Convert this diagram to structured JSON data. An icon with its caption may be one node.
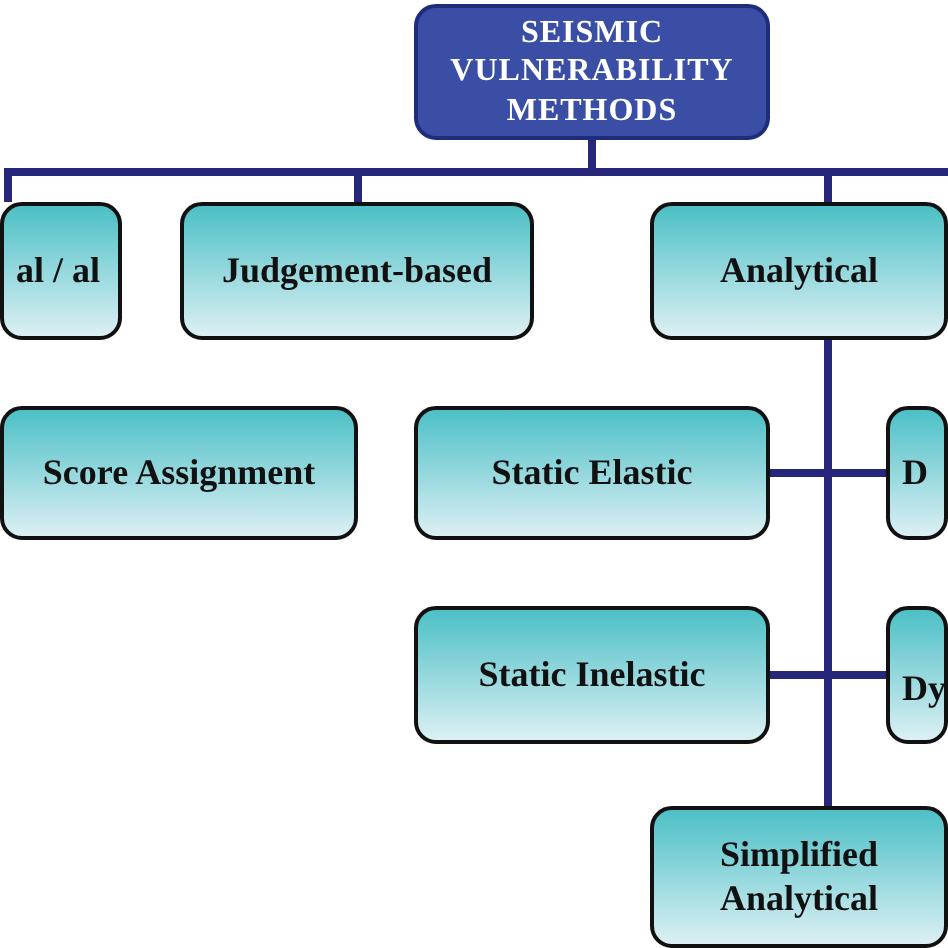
{
  "diagram": {
    "nodes": [
      {
        "text": [
          "SEISMIC VULNERABILITY METHODS"
        ]
      },
      {
        "text": [
          "al / al"
        ]
      },
      {
        "text": [
          "Judgement-based"
        ]
      },
      {
        "text": [
          "Analytical"
        ]
      },
      {
        "text": [
          "Score Assignment"
        ]
      },
      {
        "text": [
          "Static Elastic"
        ]
      },
      {
        "text": [
          "D"
        ]
      },
      {
        "text": [
          "Static Inelastic"
        ]
      },
      {
        "text": [
          "Dy"
        ]
      },
      {
        "text": [
          "Simplified Analytical"
        ]
      }
    ],
    "edges": [
      {
        "from": 0,
        "to": 1,
        "arrow": "none"
      },
      {
        "from": 0,
        "to": 2,
        "arrow": "none"
      },
      {
        "from": 0,
        "to": 3,
        "arrow": "none"
      },
      {
        "from": 0,
        "to": null,
        "arrow": "none"
      },
      {
        "from": 3,
        "to": 5,
        "arrow": "none"
      },
      {
        "from": 3,
        "to": 6,
        "arrow": "none"
      },
      {
        "from": 3,
        "to": 7,
        "arrow": "none"
      },
      {
        "from": 3,
        "to": 8,
        "arrow": "none"
      },
      {
        "from": 3,
        "to": 9,
        "arrow": "none"
      }
    ]
  }
}
